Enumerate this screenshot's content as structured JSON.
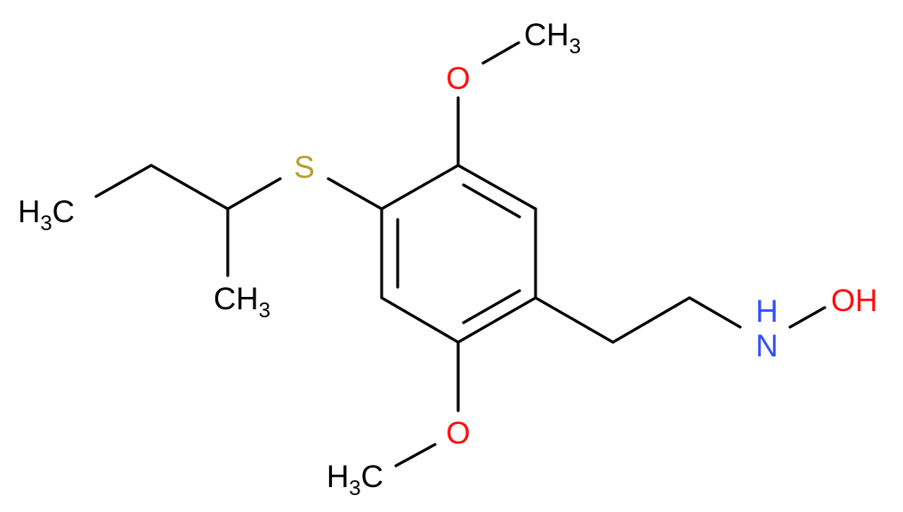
{
  "molecule": {
    "atoms": {
      "ch3_top": {
        "main": "CH",
        "sub": "3",
        "color": "#000000"
      },
      "o_top": {
        "main": "O",
        "color": "#ff0d0d"
      },
      "s": {
        "main": "S",
        "color": "#b2a032"
      },
      "h3c_left": {
        "pre": "H",
        "sub": "3",
        "post": "C",
        "color": "#000000"
      },
      "ch3_mid": {
        "main": "CH",
        "sub": "3",
        "color": "#000000"
      },
      "n": {
        "main": "N",
        "color": "#3050f8"
      },
      "h_n": {
        "main": "H",
        "color": "#3050f8"
      },
      "oh": {
        "main": "OH",
        "color": "#ff0d0d"
      },
      "o_bottom": {
        "main": "O",
        "color": "#ff0d0d"
      },
      "h3c_bottom": {
        "pre": "H",
        "sub": "3",
        "post": "C",
        "color": "#000000"
      }
    },
    "colors": {
      "bond": "#000000",
      "oxygen": "#ff0d0d",
      "nitrogen": "#3050f8",
      "sulfur": "#b2a032"
    }
  }
}
